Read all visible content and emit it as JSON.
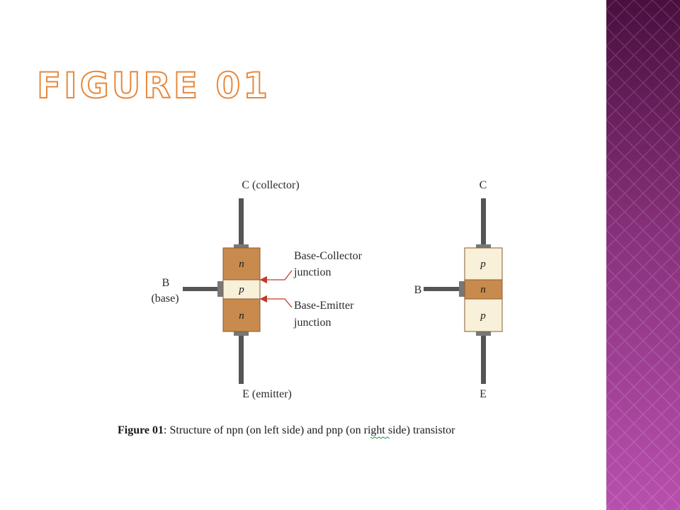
{
  "slide": {
    "title": "Figure 01",
    "colors": {
      "title_outline": "#e8883a",
      "sidebar_dark": "#4a0f3e",
      "sidebar_light": "#b84fae",
      "n_region": "#c98a4e",
      "p_region": "#f8f0d8"
    }
  },
  "diagram": {
    "npn": {
      "collector_label": "C (collector)",
      "base_label_line1": "B",
      "base_label_line2": "(base)",
      "emitter_label": "E (emitter)",
      "top_region": "n",
      "middle_region": "p",
      "bottom_region": "n",
      "bc_junction_line1": "Base-Collector",
      "bc_junction_line2": "junction",
      "be_junction_line1": "Base-Emitter",
      "be_junction_line2": "junction"
    },
    "pnp": {
      "collector_label": "C",
      "base_label": "B",
      "emitter_label": "E",
      "top_region": "p",
      "middle_region": "n",
      "bottom_region": "p"
    },
    "caption": {
      "bold": "Figure 01",
      "text": ": Structure of npn (on left side) and pnp (on right side) transistor"
    }
  }
}
